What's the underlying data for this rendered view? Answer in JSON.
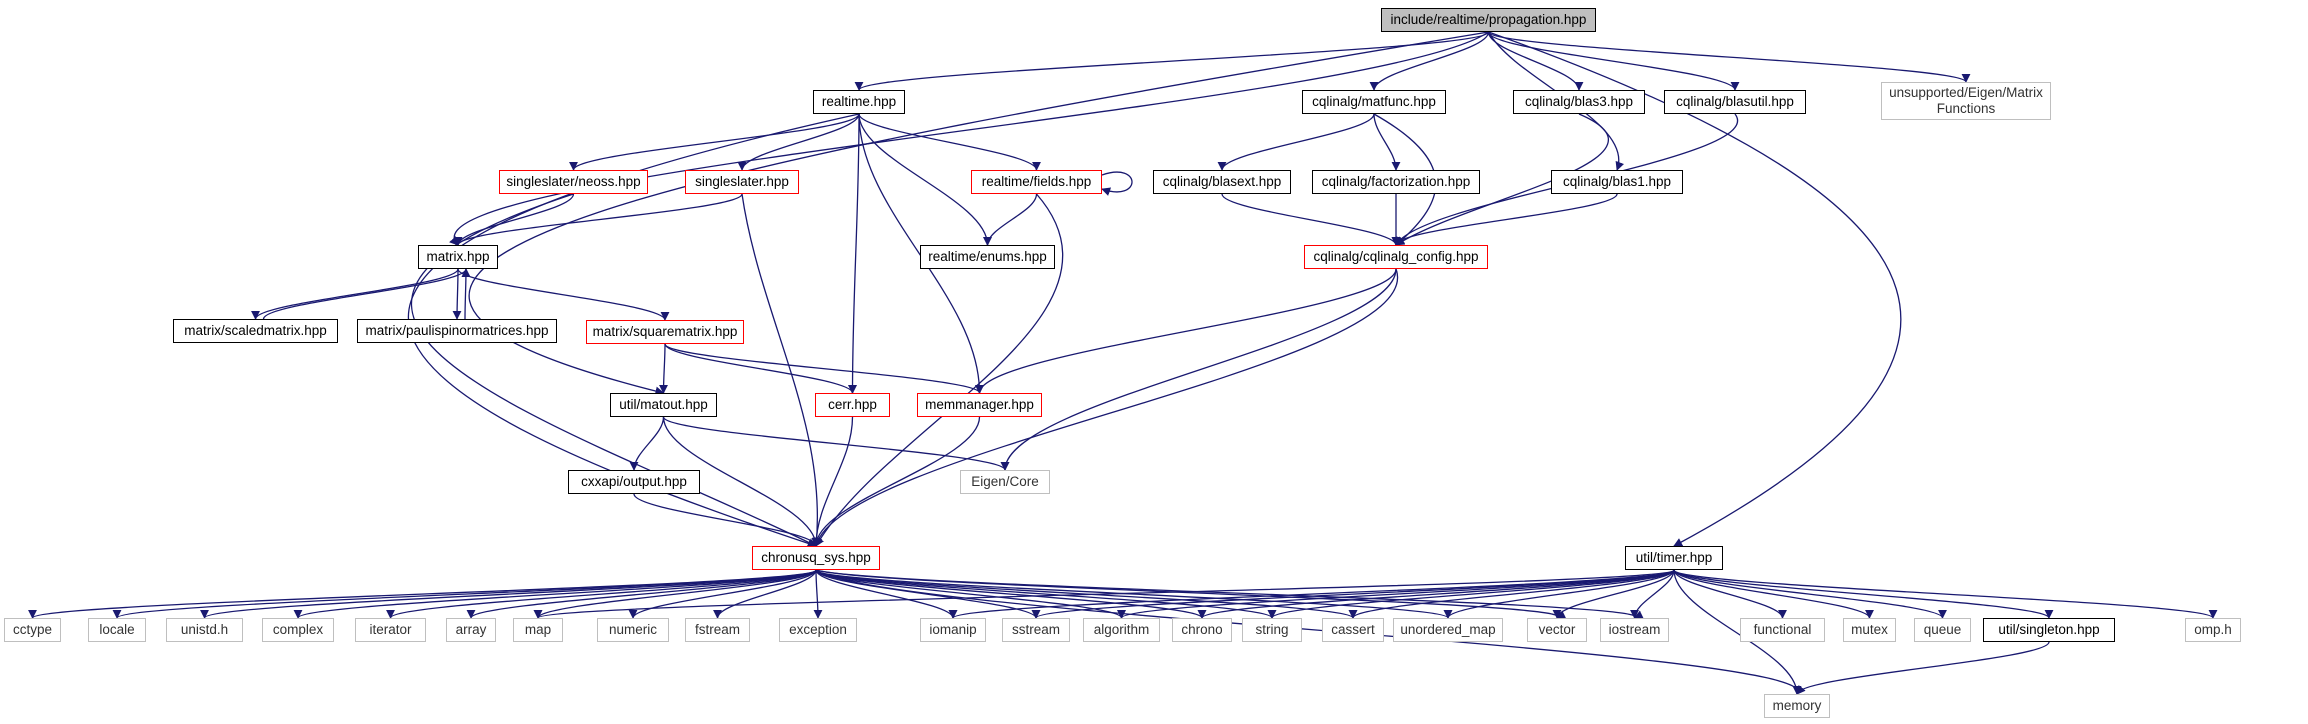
{
  "graph": {
    "root": "include/realtime/propagation.hpp",
    "colors": {
      "edge": "#191970",
      "root_fill": "#bfbfbf",
      "documented_border": "#000000",
      "incomplete_border": "#ff0000",
      "external_border": "#bfbfbf"
    },
    "nodes": {
      "propagation": "include/realtime/propagation.hpp",
      "realtime": "realtime.hpp",
      "matfunc": "cqlinalg/matfunc.hpp",
      "blas3": "cqlinalg/blas3.hpp",
      "blasutil": "cqlinalg/blasutil.hpp",
      "eigen_matfunc_1": "unsupported/Eigen/Matrix",
      "eigen_matfunc_2": "Functions",
      "neoss": "singleslater/neoss.hpp",
      "singleslater": "singleslater.hpp",
      "fields": "realtime/fields.hpp",
      "blasext": "cqlinalg/blasext.hpp",
      "factorization": "cqlinalg/factorization.hpp",
      "blas1": "cqlinalg/blas1.hpp",
      "matrix": "matrix.hpp",
      "enums": "realtime/enums.hpp",
      "cqlinalg_config": "cqlinalg/cqlinalg_config.hpp",
      "scaledmatrix": "matrix/scaledmatrix.hpp",
      "paulispinor": "matrix/paulispinormatrices.hpp",
      "squarematrix": "matrix/squarematrix.hpp",
      "matout": "util/matout.hpp",
      "cerr": "cerr.hpp",
      "memmanager": "memmanager.hpp",
      "cxxapi_output": "cxxapi/output.hpp",
      "eigen_core": "Eigen/Core",
      "chronusq_sys": "chronusq_sys.hpp",
      "timer": "util/timer.hpp",
      "cctype": "cctype",
      "locale": "locale",
      "unistd": "unistd.h",
      "complex": "complex",
      "iterator": "iterator",
      "array": "array",
      "map": "map",
      "numeric": "numeric",
      "fstream": "fstream",
      "exception": "exception",
      "iomanip": "iomanip",
      "sstream": "sstream",
      "algorithm": "algorithm",
      "chrono": "chrono",
      "string": "string",
      "cassert": "cassert",
      "unordered_map": "unordered_map",
      "vector": "vector",
      "iostream": "iostream",
      "functional": "functional",
      "mutex": "mutex",
      "queue": "queue",
      "singleton": "util/singleton.hpp",
      "omp": "omp.h",
      "memory": "memory"
    }
  }
}
